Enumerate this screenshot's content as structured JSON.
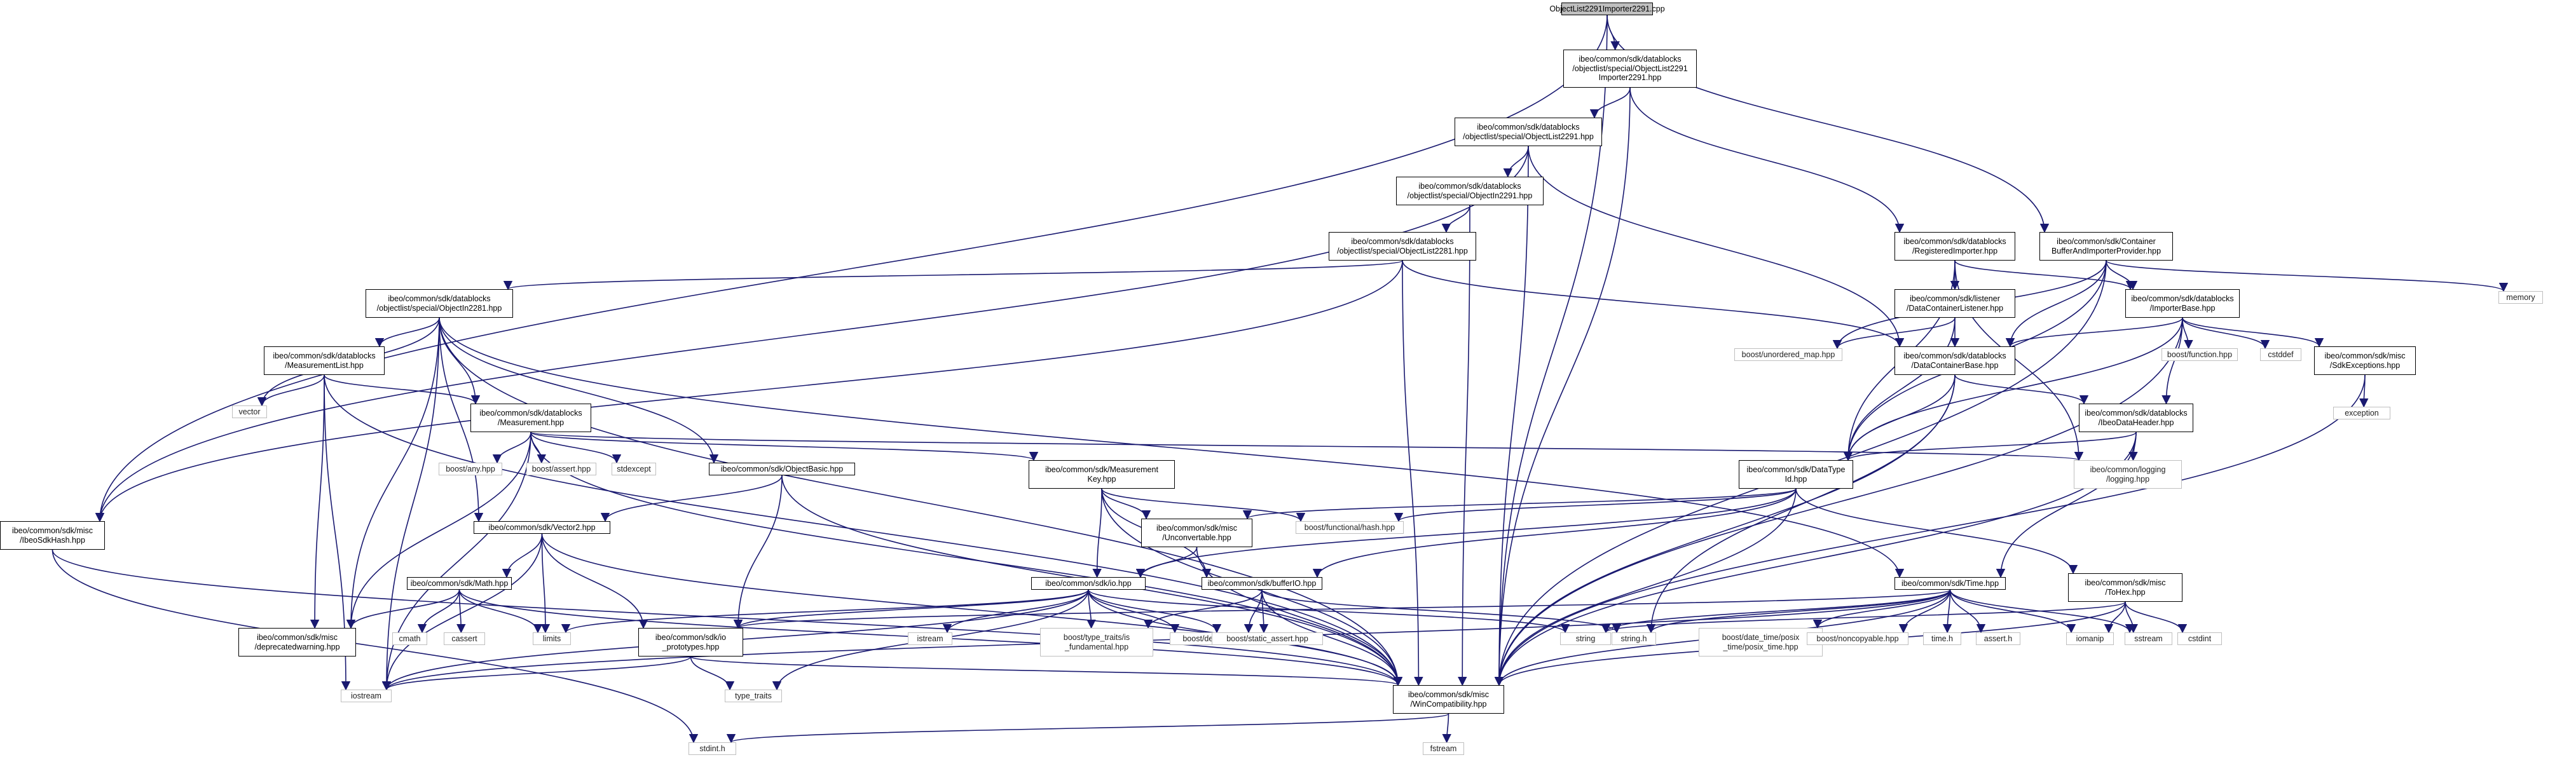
{
  "diagram": {
    "nodes": {
      "root": [
        "ObjectList2291Importer2291.cpp"
      ],
      "importer2291_hpp": [
        "ibeo/common/sdk/datablocks",
        "/objectlist/special/ObjectList2291",
        "Importer2291.hpp"
      ],
      "objectlist2291_hpp": [
        "ibeo/common/sdk/datablocks",
        "/objectlist/special/ObjectList2291.hpp"
      ],
      "objectin2291_hpp": [
        "ibeo/common/sdk/datablocks",
        "/objectlist/special/ObjectIn2291.hpp"
      ],
      "objectlist2281_hpp": [
        "ibeo/common/sdk/datablocks",
        "/objectlist/special/ObjectList2281.hpp"
      ],
      "objectin2281_hpp": [
        "ibeo/common/sdk/datablocks",
        "/objectlist/special/ObjectIn2281.hpp"
      ],
      "registeredimporter": [
        "ibeo/common/sdk/datablocks",
        "/RegisteredImporter.hpp"
      ],
      "containerbuffer": [
        "ibeo/common/sdk/Container",
        "BufferAndImporterProvider.hpp"
      ],
      "memory": [
        "memory"
      ],
      "datacontainerlistener": [
        "ibeo/common/sdk/listener",
        "/DataContainerListener.hpp"
      ],
      "importerbase": [
        "ibeo/common/sdk/datablocks",
        "/ImporterBase.hpp"
      ],
      "unordered_map": [
        "boost/unordered_map.hpp"
      ],
      "datacontainerbase": [
        "ibeo/common/sdk/datablocks",
        "/DataContainerBase.hpp"
      ],
      "boost_function": [
        "boost/function.hpp"
      ],
      "cstddef": [
        "cstddef"
      ],
      "sdkexceptions": [
        "ibeo/common/sdk/misc",
        "/SdkExceptions.hpp"
      ],
      "exception": [
        "exception"
      ],
      "ibeodataheader": [
        "ibeo/common/sdk/datablocks",
        "/IbeoDataHeader.hpp"
      ],
      "measurementlist": [
        "ibeo/common/sdk/datablocks",
        "/MeasurementList.hpp"
      ],
      "vector": [
        "vector"
      ],
      "measurement": [
        "ibeo/common/sdk/datablocks",
        "/Measurement.hpp"
      ],
      "boost_any": [
        "boost/any.hpp"
      ],
      "boost_assert": [
        "boost/assert.hpp"
      ],
      "stdexcept": [
        "stdexcept"
      ],
      "datatypeid": [
        "ibeo/common/sdk/DataType",
        "Id.hpp"
      ],
      "logging": [
        "ibeo/common/logging",
        "/logging.hpp"
      ],
      "objectbasic": [
        "ibeo/common/sdk/ObjectBasic.hpp"
      ],
      "measurementkey": [
        "ibeo/common/sdk/Measurement",
        "Key.hpp"
      ],
      "functional_hash": [
        "boost/functional/hash.hpp"
      ],
      "ibeosdkhash": [
        "ibeo/common/sdk/misc",
        "/IbeoSdkHash.hpp"
      ],
      "vector2": [
        "ibeo/common/sdk/Vector2.hpp"
      ],
      "unconvertable": [
        "ibeo/common/sdk/misc",
        "/Unconvertable.hpp"
      ],
      "math": [
        "ibeo/common/sdk/Math.hpp"
      ],
      "io": [
        "ibeo/common/sdk/io.hpp"
      ],
      "bufferio": [
        "ibeo/common/sdk/bufferIO.hpp"
      ],
      "time": [
        "ibeo/common/sdk/Time.hpp"
      ],
      "tohex": [
        "ibeo/common/sdk/misc",
        "/ToHex.hpp"
      ],
      "deprecatedwarning": [
        "ibeo/common/sdk/misc",
        "/deprecatedwarning.hpp"
      ],
      "cmath": [
        "cmath"
      ],
      "cassert": [
        "cassert"
      ],
      "limits": [
        "limits"
      ],
      "io_prototypes": [
        "ibeo/common/sdk/io",
        "_prototypes.hpp"
      ],
      "istream": [
        "istream"
      ],
      "type_traits_is_fundamental": [
        "boost/type_traits/is",
        "_fundamental.hpp"
      ],
      "boost_endian": [
        "boost/detail/endian.hpp"
      ],
      "static_assert": [
        "boost/static_assert.hpp"
      ],
      "string": [
        "string"
      ],
      "string_h": [
        "string.h"
      ],
      "posix_time": [
        "boost/date_time/posix",
        "_time/posix_time.hpp"
      ],
      "noncopyable": [
        "boost/noncopyable.hpp"
      ],
      "time_h": [
        "time.h"
      ],
      "assert_h": [
        "assert.h"
      ],
      "iomanip": [
        "iomanip"
      ],
      "sstream": [
        "sstream"
      ],
      "cstdint": [
        "cstdint"
      ],
      "iostream": [
        "iostream"
      ],
      "type_traits": [
        "type_traits"
      ],
      "wincompat": [
        "ibeo/common/sdk/misc",
        "/WinCompatibility.hpp"
      ],
      "stdint_h": [
        "stdint.h"
      ],
      "fstream": [
        "fstream"
      ]
    }
  }
}
